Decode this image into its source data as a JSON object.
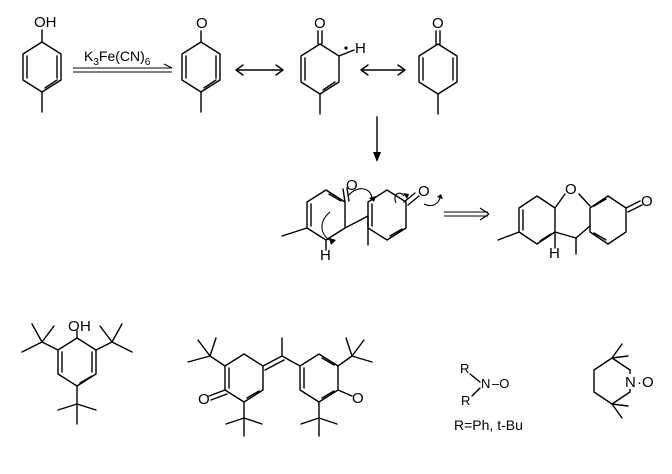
{
  "atoms": {
    "OH": "OH",
    "O": "O",
    "H": "H",
    "R": "R",
    "N": "N",
    "NO": "N",
    "dash_O": "–O",
    "dot_O": "·O"
  },
  "reagent": {
    "main": "K",
    "sub1": "3",
    "mid": "Fe(CN)",
    "sub2": "6"
  },
  "caption": {
    "nitroxide_substituents": "R=Ph, t-Bu"
  }
}
